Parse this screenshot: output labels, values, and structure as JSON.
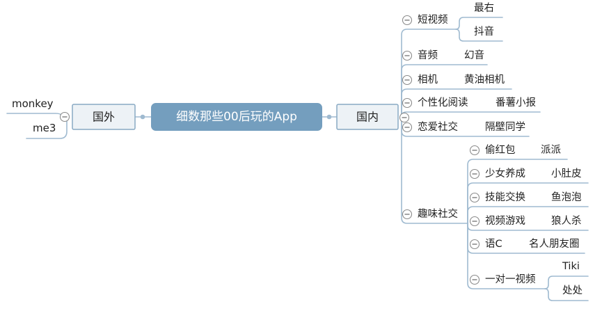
{
  "mindmap": {
    "central_topic": {
      "label": "细数那些00后玩的App"
    },
    "left_branch": {
      "label": "国外",
      "children": [
        {
          "label": "monkey"
        },
        {
          "label": "me3"
        }
      ]
    },
    "right_branch": {
      "label": "国内",
      "children": [
        {
          "label": "短视频",
          "children": [
            {
              "label": "最右"
            },
            {
              "label": "抖音"
            }
          ]
        },
        {
          "label": "音频",
          "children": [
            {
              "label": "幻音"
            }
          ]
        },
        {
          "label": "相机",
          "children": [
            {
              "label": "黄油相机"
            }
          ]
        },
        {
          "label": "个性化阅读",
          "children": [
            {
              "label": "番薯小报"
            }
          ]
        },
        {
          "label": "恋爱社交",
          "children": [
            {
              "label": "隔壁同学"
            }
          ]
        },
        {
          "label": "趣味社交",
          "children": [
            {
              "label": "偷红包",
              "children": [
                {
                  "label": "派派"
                }
              ]
            },
            {
              "label": "少女养成",
              "children": [
                {
                  "label": "小肚皮"
                }
              ]
            },
            {
              "label": "技能交换",
              "children": [
                {
                  "label": "鱼泡泡"
                }
              ]
            },
            {
              "label": "视频游戏",
              "children": [
                {
                  "label": "狼人杀"
                }
              ]
            },
            {
              "label": "语C",
              "children": [
                {
                  "label": "名人朋友圈"
                }
              ]
            },
            {
              "label": "一对一视频",
              "children": [
                {
                  "label": "Tiki"
                },
                {
                  "label": "处处"
                }
              ]
            }
          ]
        }
      ]
    }
  },
  "theme": {
    "background": "#ffffff",
    "central_fill": "#749ebe",
    "central_text": "#ffffff",
    "topic_fill": "#edf2f6",
    "topic_border": "#88a9c3",
    "line": "#9fbad0",
    "text": "#1f1f1f"
  },
  "icons": {
    "collapse_toggle": "minus-circle-icon"
  }
}
